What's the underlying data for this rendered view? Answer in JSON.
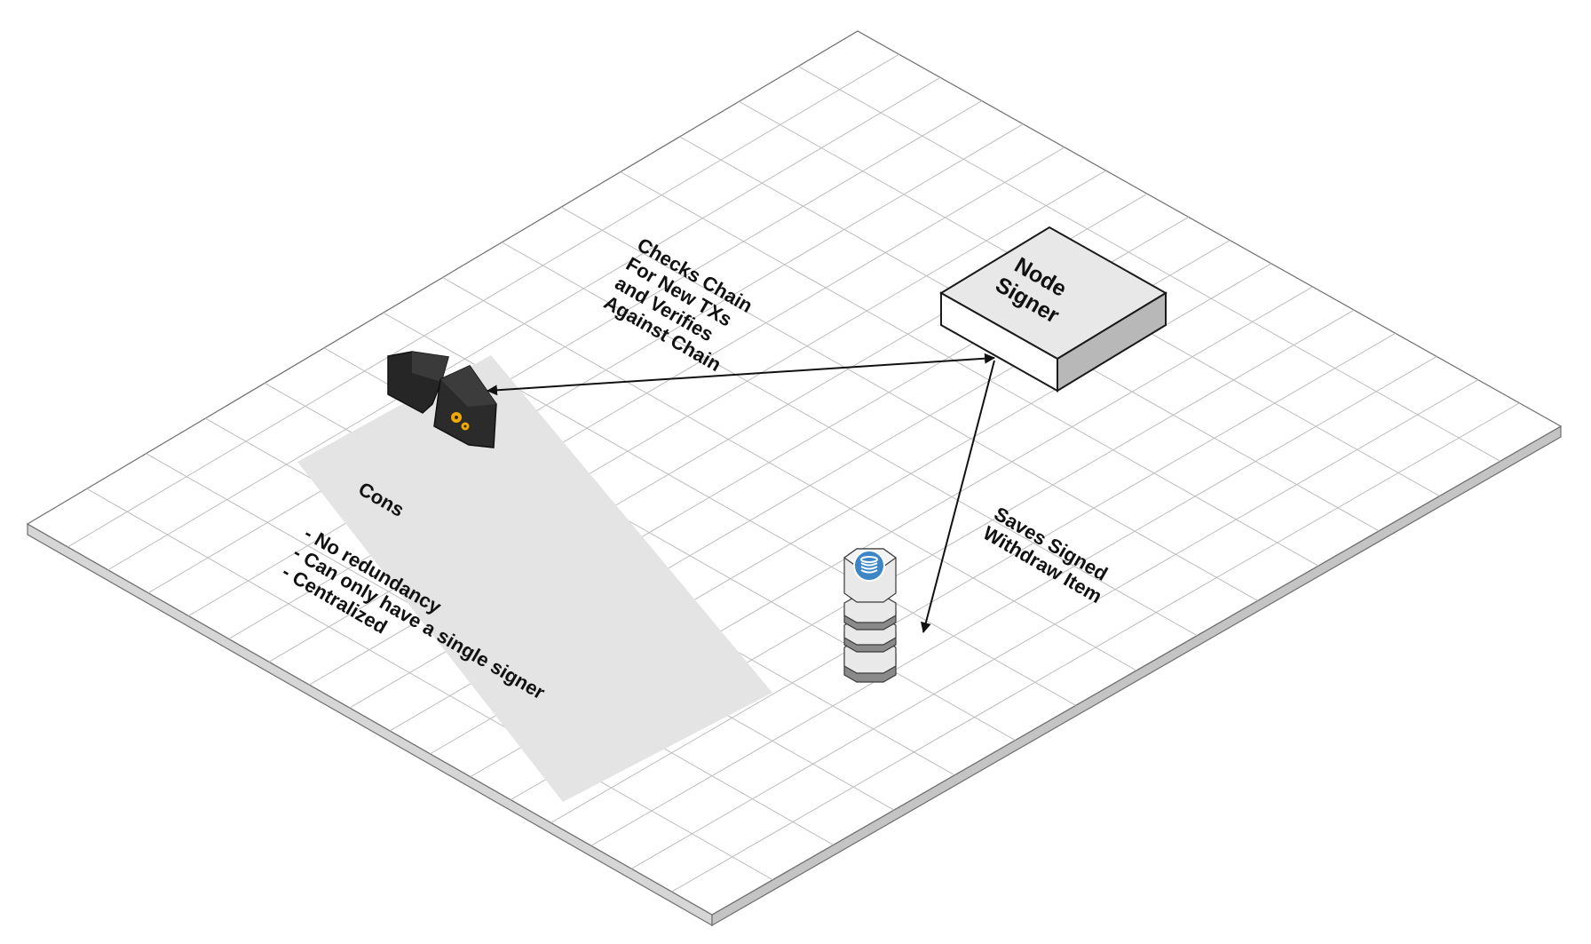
{
  "diagram": {
    "background": "#ffffff",
    "colors": {
      "grid_fill": "#ffffff",
      "grid_line": "#bdbdbd",
      "grid_edge": "#6e6e6e",
      "slab_side": "#d6d6d6",
      "cons_panel": "#e4e4e4",
      "node_top": "#e8e8e8",
      "node_side_left": "#ffffff",
      "node_side_right": "#b8b8b8",
      "node_stroke": "#1a1a1a",
      "server_dark": "#262626",
      "server_light": "#3a3a3a",
      "gear": "#f2a900",
      "db_light": "#e9e9e9",
      "db_dark": "#8a8a8a",
      "db_badge": "#3d86c6",
      "arrow": "#111111"
    },
    "node_signer": {
      "icon": "box-icon",
      "label_lines": [
        "Node",
        "Signer"
      ]
    },
    "server": {
      "icon": "server-gear-icon"
    },
    "database": {
      "icon": "database-icon"
    },
    "edge_checks": {
      "label_lines": [
        "Checks Chain",
        "For New TXs",
        "and Verifies",
        "Against Chain"
      ]
    },
    "edge_saves": {
      "label_lines": [
        "Saves Signed",
        "Withdraw Item"
      ]
    },
    "cons": {
      "title": "Cons",
      "items": [
        "- No redundancy",
        "- Can only have a single signer",
        "- Centralized"
      ]
    }
  }
}
